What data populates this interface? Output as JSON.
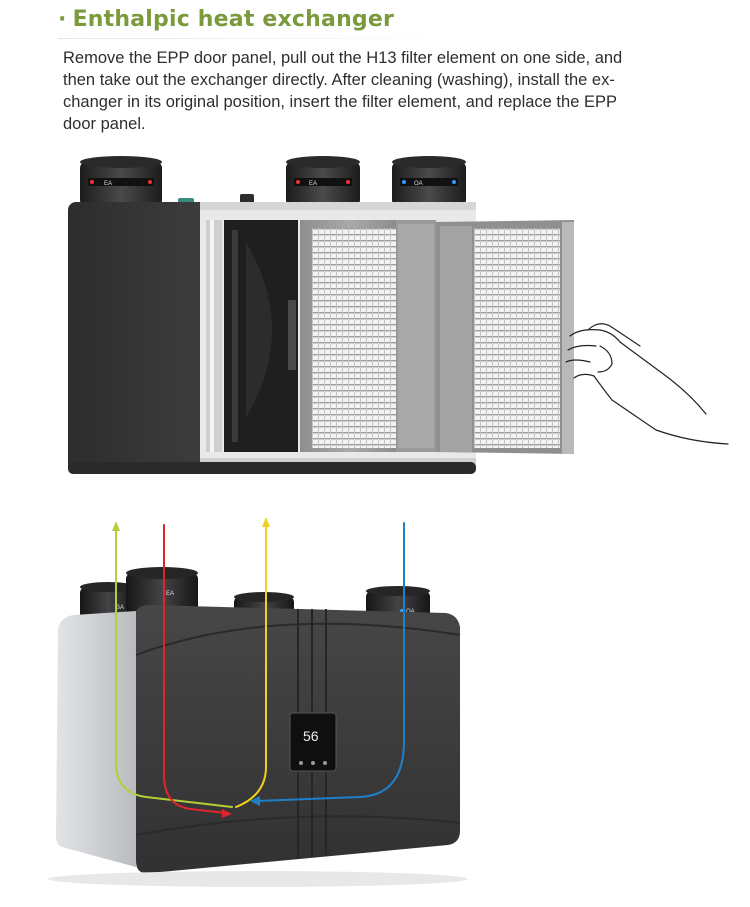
{
  "section": {
    "bullet": "·",
    "title": "Enthalpic heat exchanger",
    "description": "Remove the EPP door panel, pull out the H13 filter element on one side, and then take out the exchanger directly. After cleaning (washing), install the ex-changer in its original position, insert the filter element, and replace the EPP door panel."
  },
  "figure_top": {
    "port_labels": [
      "EA",
      "EA",
      "OA"
    ]
  },
  "figure_bottom": {
    "port_labels": [
      "SA",
      "EA",
      "OA"
    ],
    "display_value": "56"
  },
  "colors": {
    "accent": "#7a9a3c",
    "housing": "#3b3b3c",
    "arrow_green": "#b3cf38",
    "arrow_red": "#e1242b",
    "arrow_yellow": "#f0d21e",
    "arrow_blue": "#1f7fc8"
  }
}
